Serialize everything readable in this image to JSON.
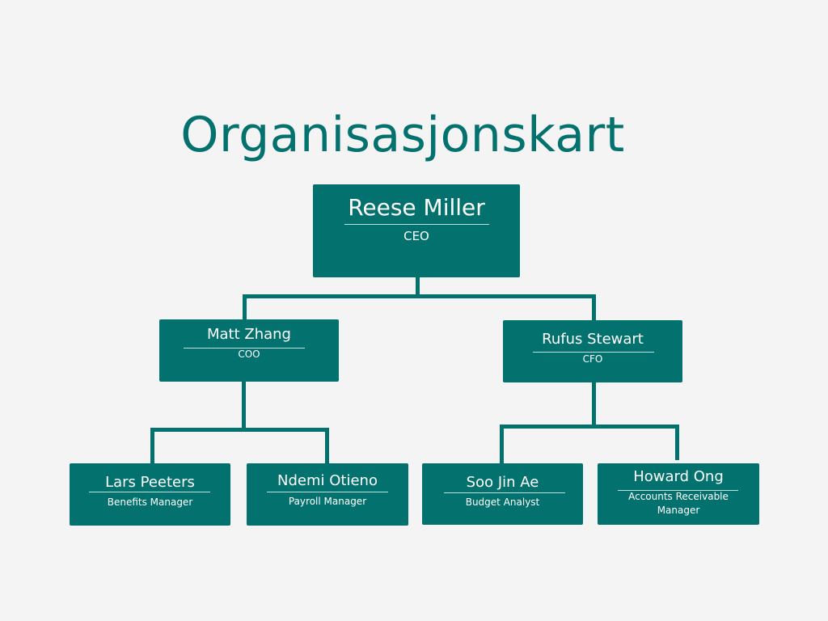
{
  "title": "Organisasjonskart",
  "colors": {
    "accent": "#03716e",
    "background": "#f4f4f4"
  },
  "nodes": {
    "ceo": {
      "name": "Reese Miller",
      "role": "CEO"
    },
    "coo": {
      "name": "Matt Zhang",
      "role": "COO"
    },
    "cfo": {
      "name": "Rufus Stewart",
      "role": "CFO"
    },
    "lars": {
      "name": "Lars Peeters",
      "role": "Benefits Manager"
    },
    "ndemi": {
      "name": "Ndemi Otieno",
      "role": "Payroll Manager"
    },
    "soo": {
      "name": "Soo Jin Ae",
      "role": "Budget Analyst"
    },
    "howard": {
      "name": "Howard Ong",
      "role": "Accounts Receivable Manager"
    }
  }
}
